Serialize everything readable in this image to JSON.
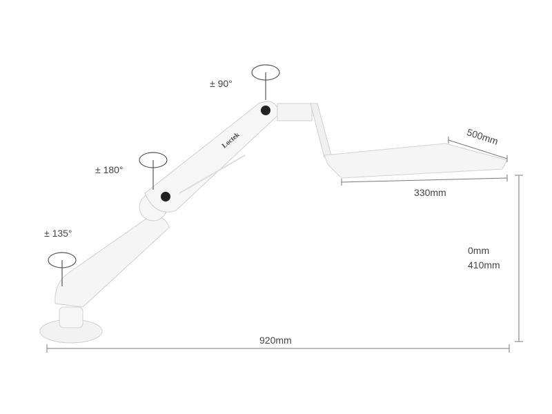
{
  "brand": "Loctek",
  "rotations": {
    "top": "± 90°",
    "middle": "± 180°",
    "base": "±  135°"
  },
  "dimensions": {
    "tray_depth": "500mm",
    "tray_width": "330mm",
    "height_min": "0mm",
    "height_max": "410mm",
    "total_reach": "920mm"
  },
  "colors": {
    "arm": "#f4f4f4",
    "outline": "#cfcfcf",
    "dim_line": "#777777"
  }
}
